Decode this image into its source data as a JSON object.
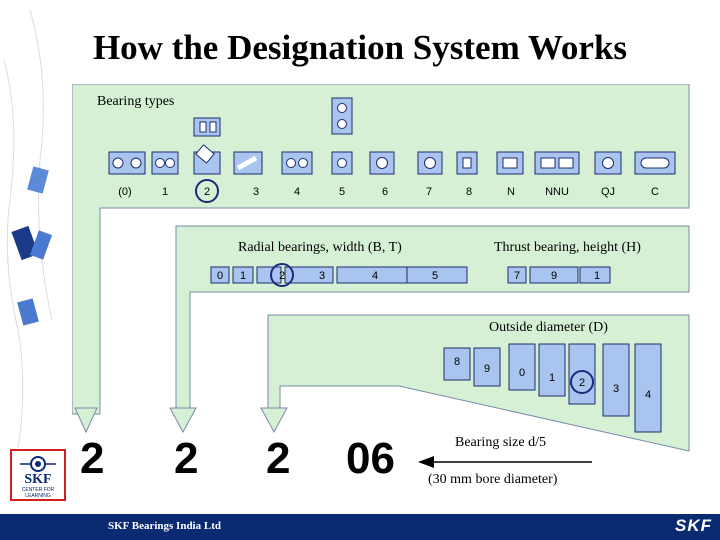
{
  "title": "How the Designation System Works",
  "labels": {
    "bearing_types": "Bearing types",
    "radial": "Radial bearings, width (B, T)",
    "thrust": "Thrust bearing, height (H)",
    "outside": "Outside diameter (D)",
    "size": "Bearing size d/5",
    "bore": "(30 mm bore diameter)"
  },
  "type_codes": [
    "(0)",
    "1",
    "2",
    "3",
    "4",
    "5",
    "6",
    "7",
    "8",
    "N",
    "NNU",
    "QJ",
    "C"
  ],
  "width_series": [
    "0",
    "1",
    "2",
    "3",
    "4",
    "5"
  ],
  "height_series": [
    "7",
    "9",
    "1"
  ],
  "diameter_series": [
    "8",
    "9",
    "0",
    "1",
    "2",
    "3",
    "4"
  ],
  "designation": [
    "2",
    "2",
    "2",
    "06"
  ],
  "footer": {
    "text": "SKF Bearings India Ltd",
    "logo": "SKF"
  },
  "center_logo": {
    "brand": "SKF",
    "sub": "CENTER FOR LEARNING"
  },
  "colors": {
    "panel_fill": "#d6f0d6",
    "panel_stroke": "#7a8aa8",
    "box_fill": "#a9c4ef",
    "box_stroke": "#1c2c6c",
    "highlight": "#1a2a7a",
    "footer": "#0a2a72"
  }
}
